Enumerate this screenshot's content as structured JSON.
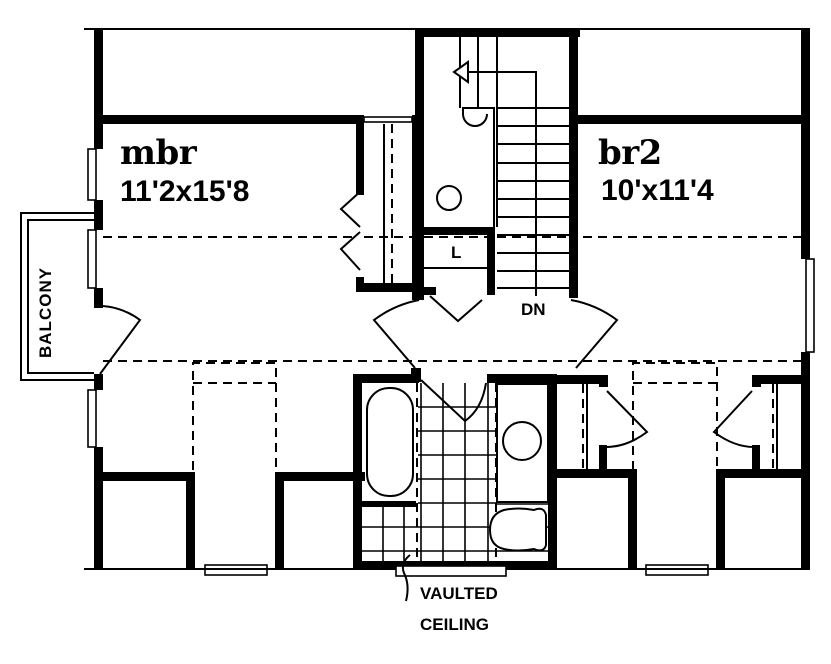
{
  "plan": {
    "type": "second-floor-plan",
    "rooms": [
      {
        "id": "mbr",
        "name": "mbr",
        "dimensions": "11'2x15'8"
      },
      {
        "id": "br2",
        "name": "br2",
        "dimensions": "10'x11'4"
      }
    ],
    "labels": {
      "balcony": "BALCONY",
      "linen": "L",
      "stairs_down": "DN",
      "vaulted_line1": "VAULTED",
      "vaulted_line2": "CEILING"
    },
    "colors": {
      "line": "#000000",
      "background": "#ffffff"
    }
  }
}
